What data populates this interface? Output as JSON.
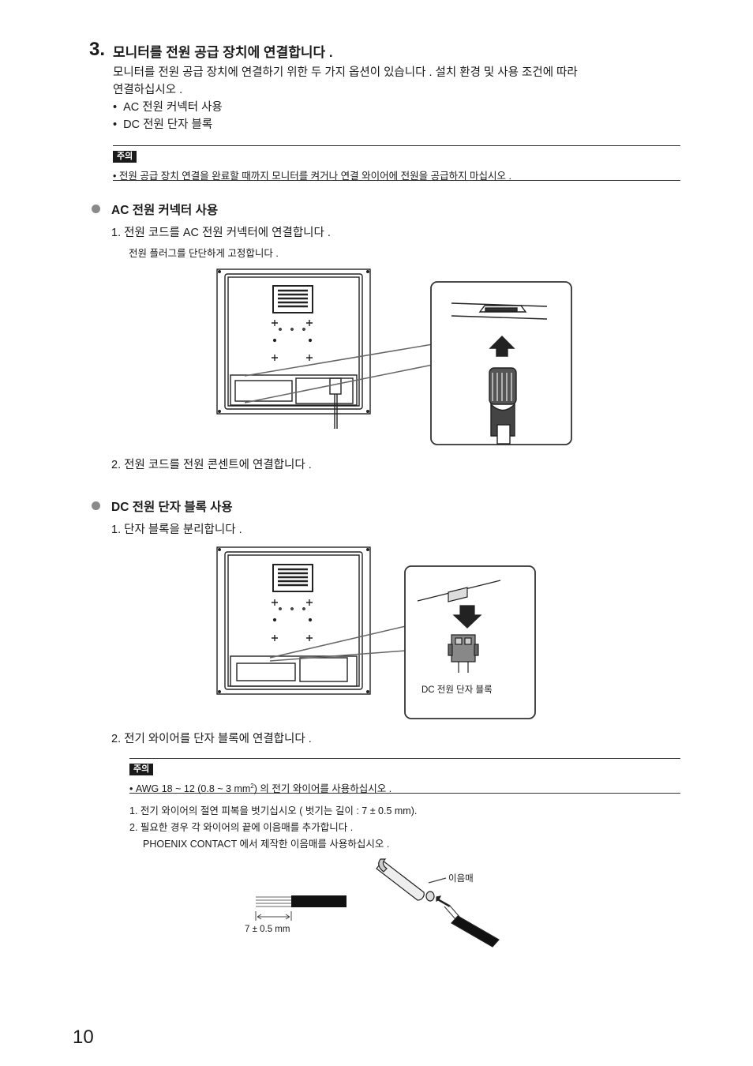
{
  "step": {
    "number": "3.",
    "title": "모니터를 전원 공급 장치에 연결합니다 .",
    "intro_line1": "모니터를 전원 공급 장치에 연결하기 위한 두 가지 옵션이 있습니다 . 설치 환경 및 사용 조건에 따라",
    "intro_line2": "연결하십시오 .",
    "options": [
      "AC 전원 커넥터 사용",
      "DC 전원 단자 블록"
    ]
  },
  "note1": {
    "tag": "주의",
    "text": "전원 공급 장치 연결을 완료할 때까지 모니터를 켜거나 연결 와이어에 전원을 공급하지 마십시오 ."
  },
  "ac_section": {
    "heading": "AC 전원 커넥터 사용",
    "step1": "1.  전원 코드를 AC 전원 커넥터에 연결합니다 .",
    "step1_sub": "전원 플러그를 단단하게 고정합니다 .",
    "step2": "2.  전원 코드를 전원 콘센트에 연결합니다 ."
  },
  "dc_section": {
    "heading": "DC 전원 단자 블록 사용",
    "step1": "1.  단자 블록을 분리합니다 .",
    "figure_label": "DC 전원 단자 블록",
    "step2": "2.  전기 와이어를 단자 블록에 연결합니다 ."
  },
  "note2": {
    "tag": "주의",
    "text_pre": "AWG 18 ~ 12 (0.8 ~ 3 mm",
    "text_sup": "2",
    "text_post": ") 의 전기 와이어를 사용하십시오 ."
  },
  "wire_steps": {
    "step1": "1.  전기 와이어의 절연 피복을 벗기십시오 ( 벗기는 길이 : 7 ± 0.5 mm).",
    "step2": "2.  필요한 경우 각 와이어의 끝에 이음매를 추가합니다 .",
    "step2_sub": "PHOENIX CONTACT 에서 제작한 이음매를 사용하십시오 .",
    "ferrule_label": "이음매",
    "strip_label": "7 ± 0.5 mm"
  },
  "page_number": "10",
  "colors": {
    "text": "#1a1a1a",
    "bullet": "#8a8a8a",
    "tag_bg": "#1a1a1a"
  }
}
